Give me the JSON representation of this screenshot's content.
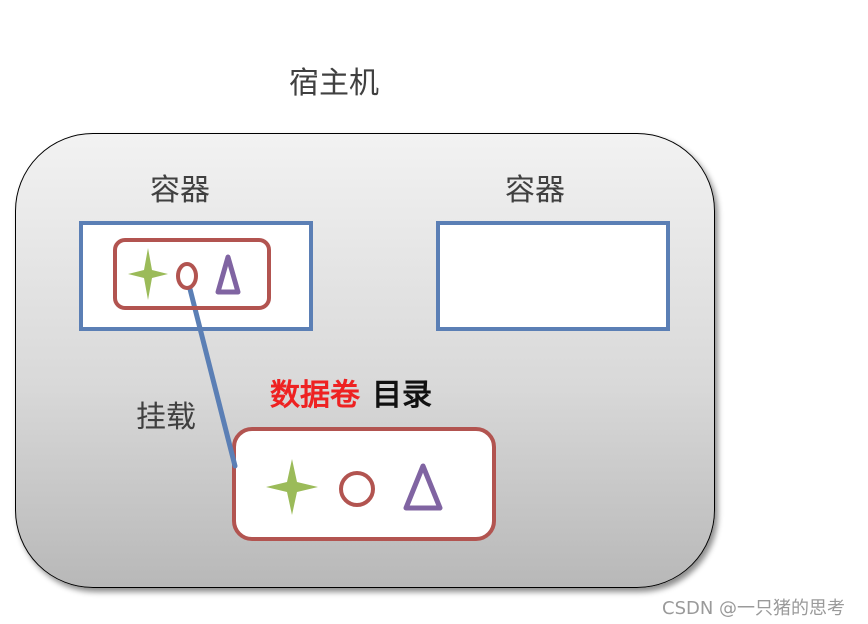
{
  "host": {
    "label": "宿主机"
  },
  "containers": [
    {
      "label": "容器"
    },
    {
      "label": "容器"
    }
  ],
  "mount": {
    "label": "挂载"
  },
  "volume": {
    "title_highlight": "数据卷",
    "title_rest": "目录"
  },
  "icons": [
    "four-point-star-icon",
    "circle-icon",
    "triangle-icon"
  ],
  "colors": {
    "container_border": "#5b7fb5",
    "directory_border": "#b25450",
    "star": "#9bbb59",
    "circle": "#b25450",
    "triangle": "#8064a2",
    "mount_line": "#5b7fb5",
    "volume_highlight": "#ee2222"
  },
  "watermark": "CSDN @一只猪的思考"
}
